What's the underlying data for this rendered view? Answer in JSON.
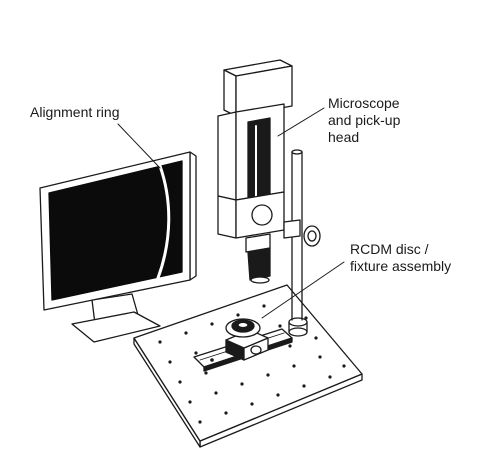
{
  "callouts": {
    "alignment_ring": {
      "lines": [
        "Alignment ring"
      ]
    },
    "microscope": {
      "lines": [
        "Microscope",
        "and pick-up",
        "head"
      ]
    },
    "disc": {
      "lines": [
        "RCDM disc /",
        "fixture assembly"
      ]
    }
  },
  "colors": {
    "line": "#1a1a1a",
    "screen": "#0b0b0b",
    "background": "#ffffff"
  }
}
